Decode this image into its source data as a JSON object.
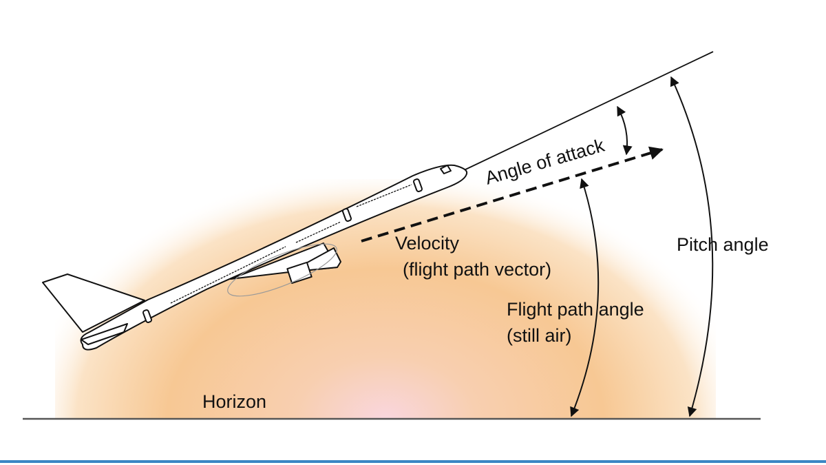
{
  "labels": {
    "angle_of_attack": "Angle of attack",
    "velocity_line1": "Velocity",
    "velocity_line2": "(flight path vector)",
    "pitch_angle": "Pitch angle",
    "flight_path_angle_line1": "Flight path angle",
    "flight_path_angle_line2": "(still air)",
    "horizon": "Horizon"
  },
  "colors": {
    "glow": "#f7c894",
    "glow_center": "#f9d3dc",
    "line": "#111111",
    "horizon": "#555555",
    "bottom_bar": "#3b87c4"
  }
}
